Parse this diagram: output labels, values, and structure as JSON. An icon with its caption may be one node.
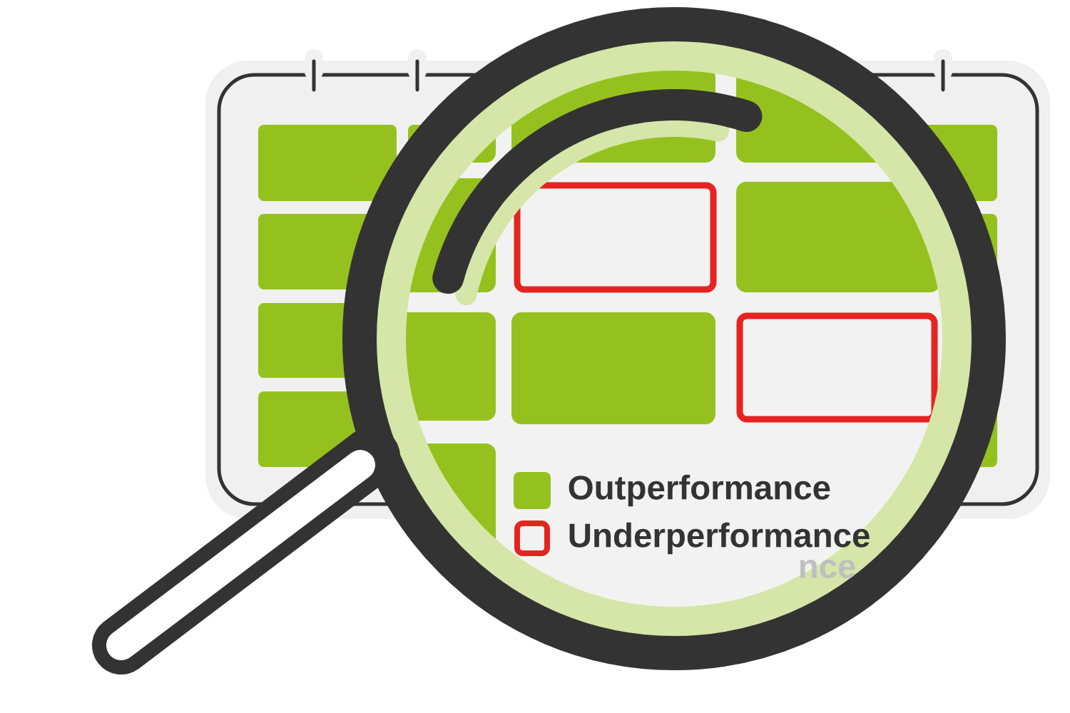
{
  "diagram": {
    "labels": [
      "nce"
    ],
    "legend": [
      {
        "text": "Outperformance",
        "color": "#95c11f"
      },
      {
        "text": "Underperformance"
      }
    ]
  }
}
